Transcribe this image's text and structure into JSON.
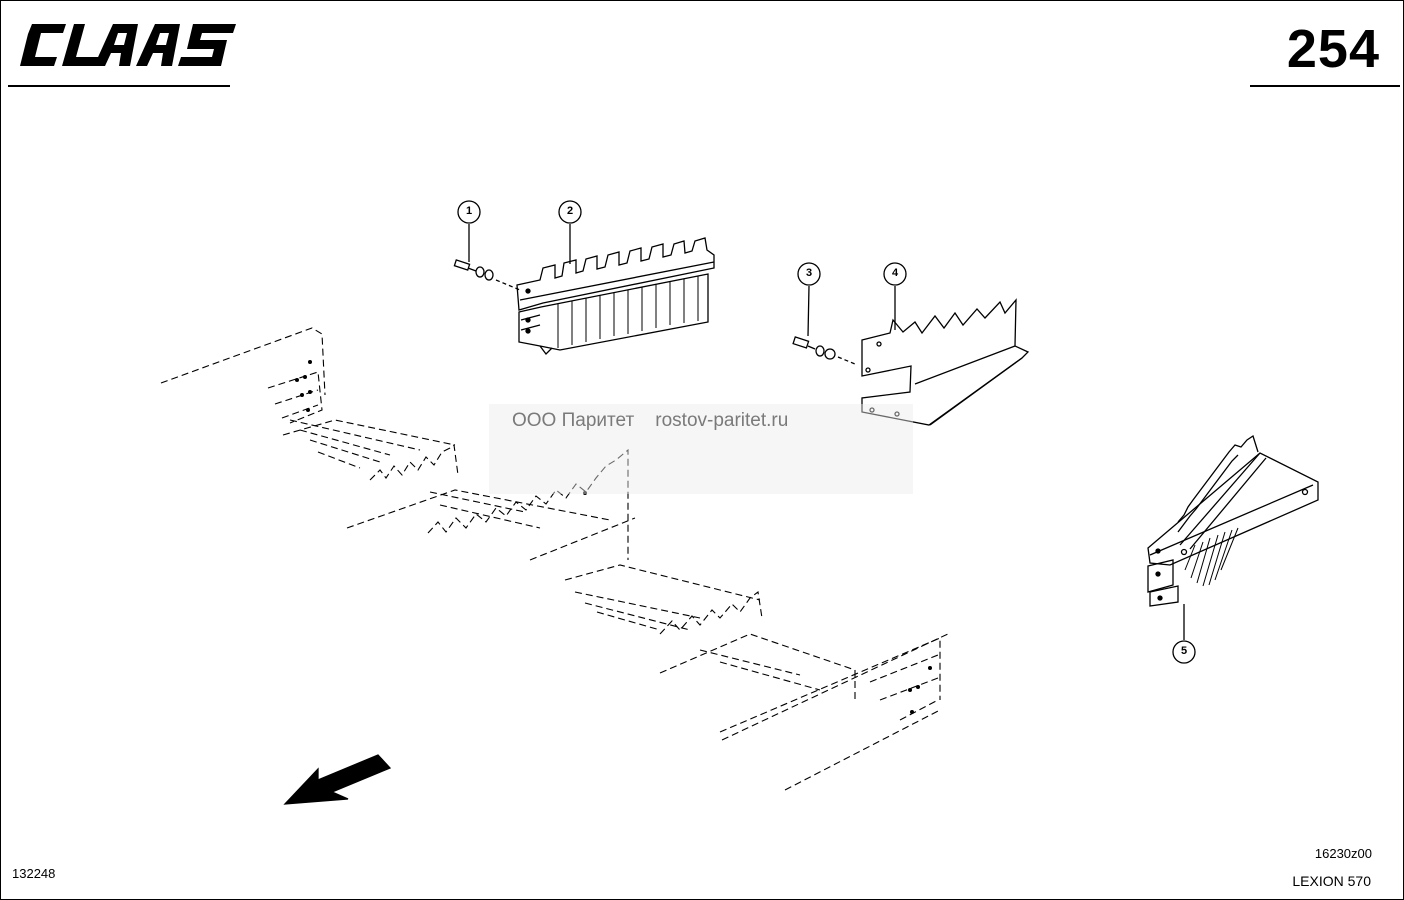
{
  "header": {
    "brand": "CLAAS",
    "page_number": "254"
  },
  "callouts": [
    {
      "label": "1",
      "part": "bolt with washers"
    },
    {
      "label": "2",
      "part": "toothed guide rail"
    },
    {
      "label": "3",
      "part": "bolt with washers"
    },
    {
      "label": "4",
      "part": "toothed plate"
    },
    {
      "label": "5",
      "part": "guide bracket assembly"
    }
  ],
  "watermark": {
    "company": "ООО Паритет",
    "site": "rostov-paritet.ru"
  },
  "footer": {
    "doc_number": "132248",
    "drawing_code": "16230z00",
    "model": "LEXION 570"
  }
}
